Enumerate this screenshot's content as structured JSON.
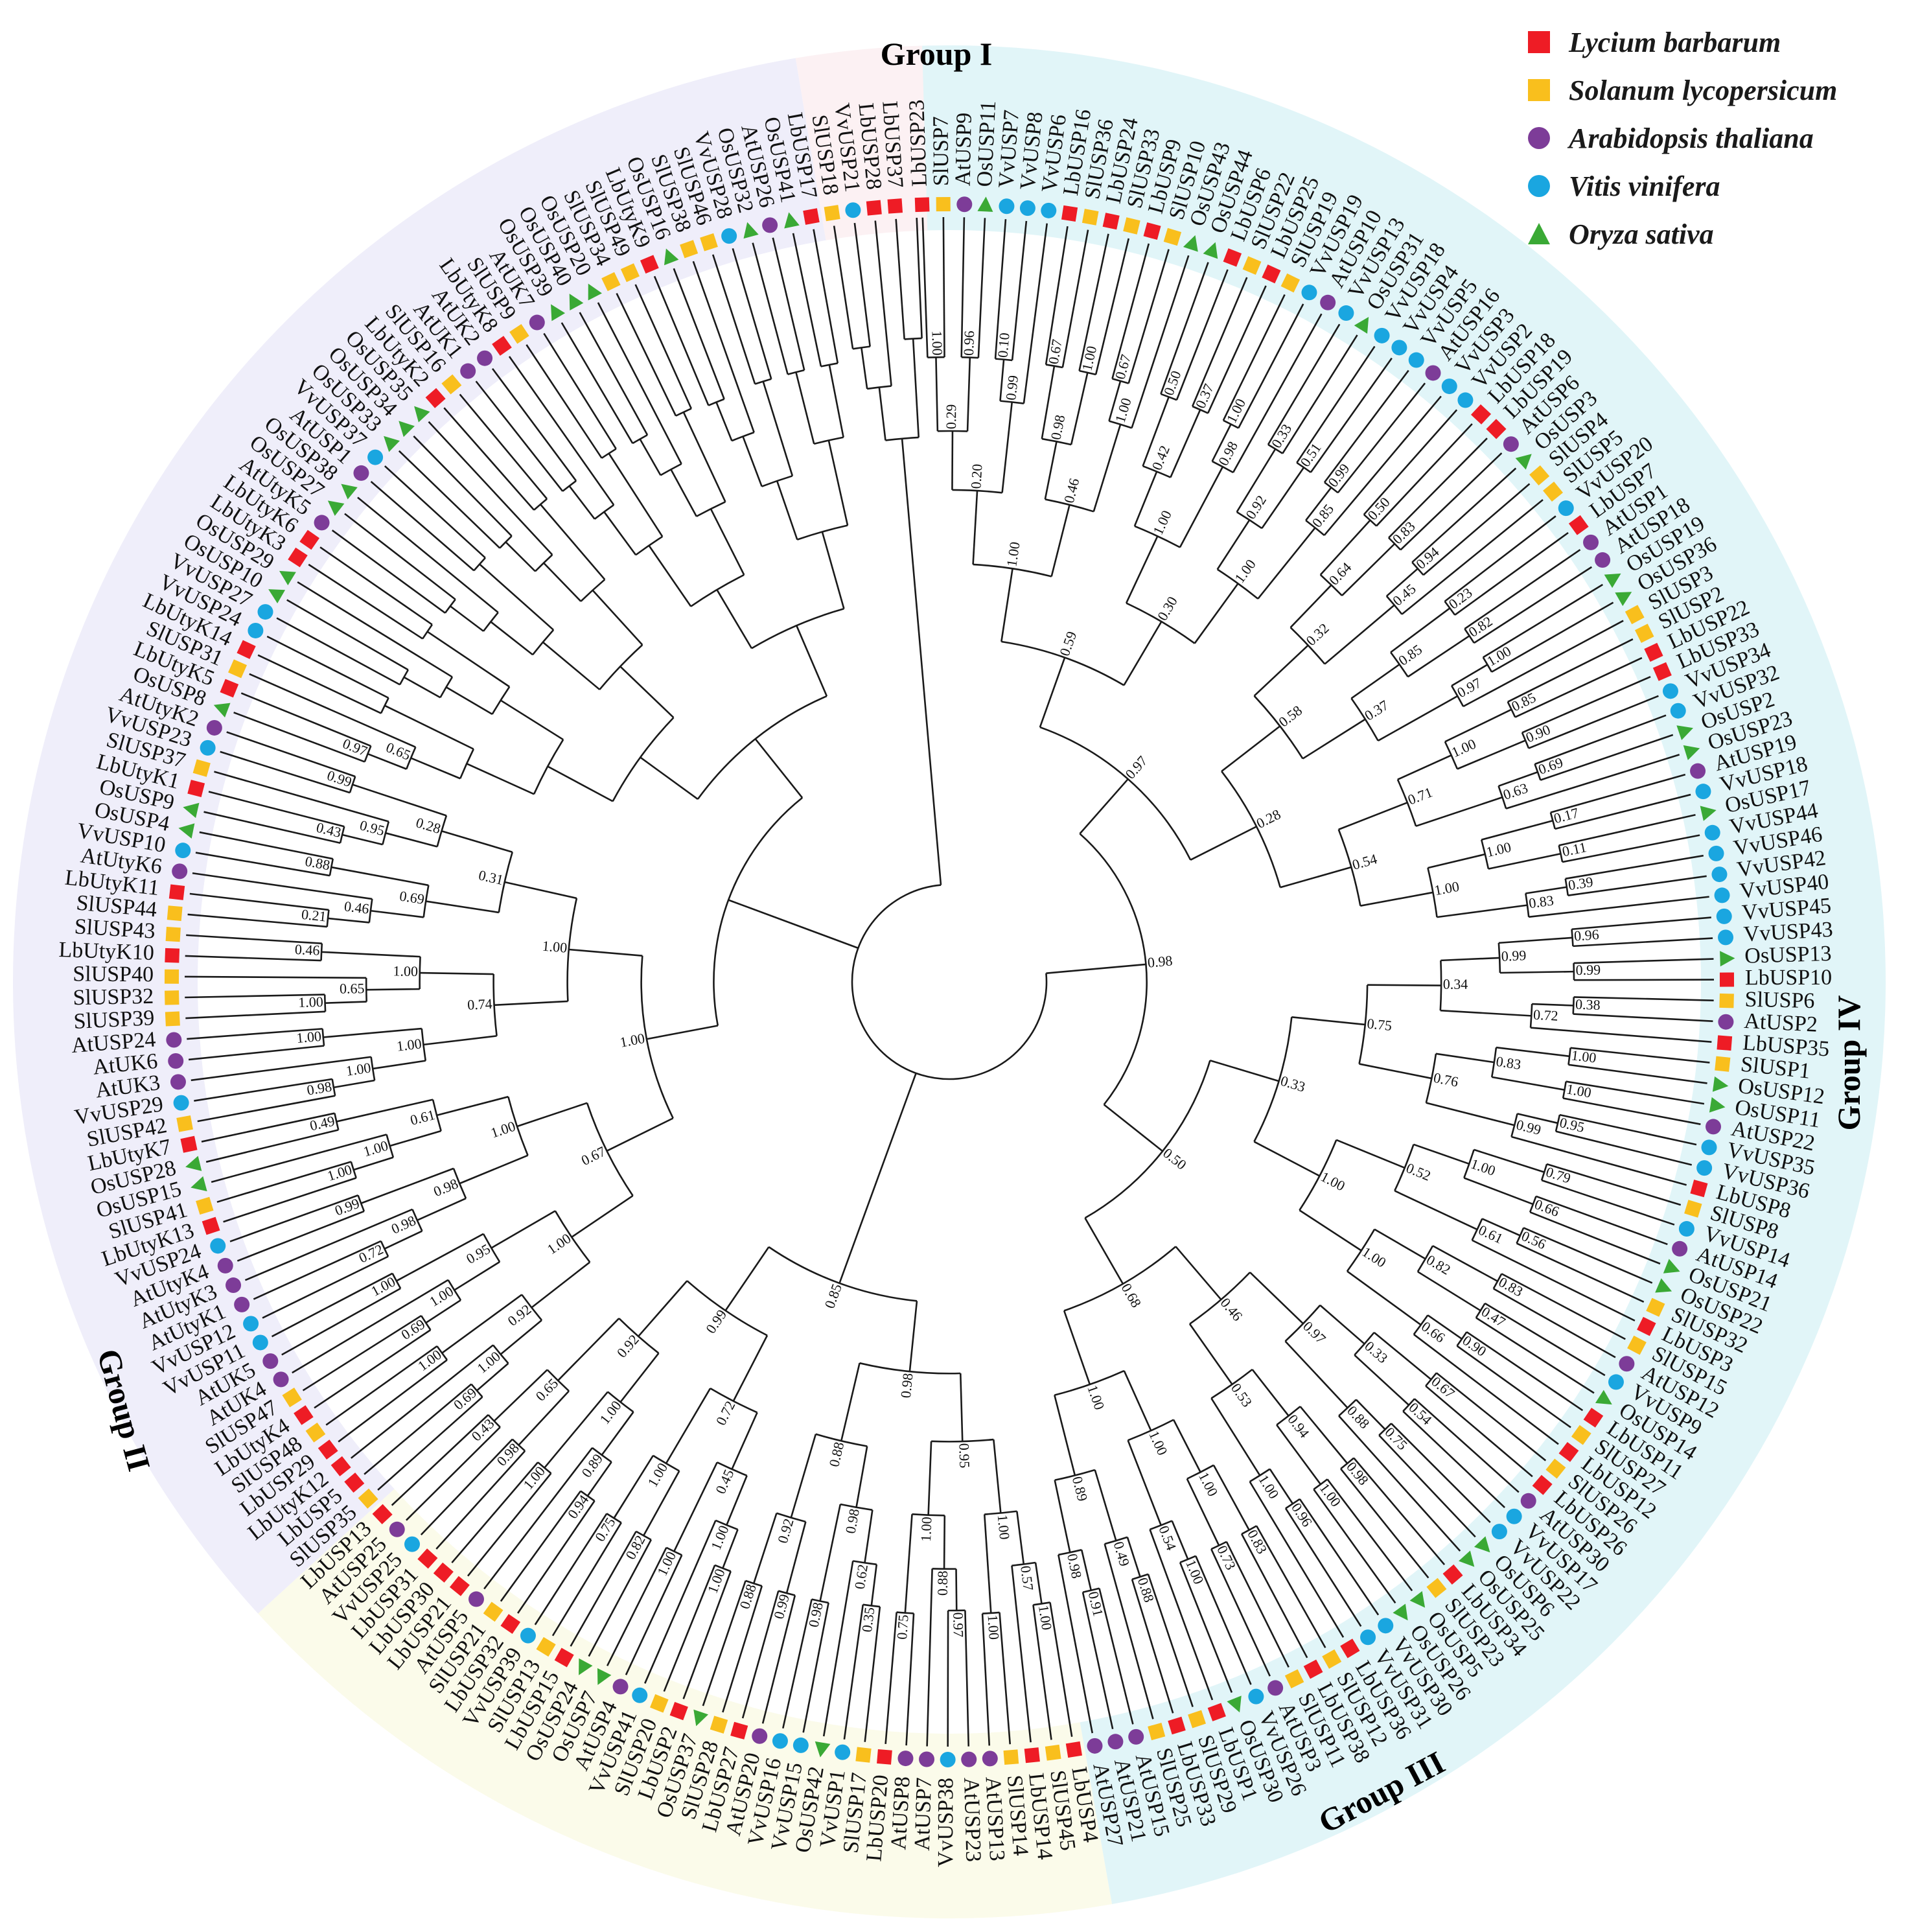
{
  "legend": {
    "items": [
      {
        "label": "Lycium barbarum",
        "prefix": "Lb",
        "color": "#ee1c25",
        "shape": "square",
        "icon": "red-square-icon"
      },
      {
        "label": "Solanum lycopersicum",
        "prefix": "Sl",
        "color": "#f9bf1d",
        "shape": "square",
        "icon": "orange-square-icon"
      },
      {
        "label": "Arabidopsis thaliana",
        "prefix": "At",
        "color": "#7d3c98",
        "shape": "circle",
        "icon": "purple-circle-icon"
      },
      {
        "label": "Vitis vinifera",
        "prefix": "Vv",
        "color": "#1aa6e0",
        "shape": "circle",
        "icon": "blue-circle-icon"
      },
      {
        "label": "Oryza sativa",
        "prefix": "Os",
        "color": "#3aa935",
        "shape": "triangle",
        "icon": "green-triangle-icon"
      }
    ]
  },
  "groups": [
    {
      "label": "Group I",
      "color": "#e1f5f8"
    },
    {
      "label": "Group II",
      "color": "#fbfbea"
    },
    {
      "label": "Group III",
      "color": "#efeefa"
    },
    {
      "label": "Group IV",
      "color": "#fcf1f3"
    }
  ],
  "leaves": [
    "LbUSP23",
    "SlUSP7",
    "AtUSP9",
    "OsUSP11",
    "VvUSP7",
    "VvUSP8",
    "VvUSP6",
    "LbUSP16",
    "SlUSP36",
    "LbUSP24",
    "SlUSP33",
    "LbUSP9",
    "SlUSP10",
    "OsUSP43",
    "OsUSP44",
    "LbUSP6",
    "SlUSP22",
    "LbUSP25",
    "SlUSP19",
    "VvUSP19",
    "AtUSP10",
    "VvUSP13",
    "OsUSP31",
    "VvUSP18",
    "VvUSP4",
    "VvUSP5",
    "AtUSP16",
    "VvUSP3",
    "VvUSP2",
    "LbUSP18",
    "LbUSP19",
    "AtUSP6",
    "OsUSP3",
    "SlUSP4",
    "SlUSP5",
    "VvUSP20",
    "LbUSP7",
    "AtUSP1",
    "AtUSP18",
    "OsUSP19",
    "OsUSP36",
    "SlUSP3",
    "SlUSP2",
    "LbUSP22",
    "LbUSP33",
    "VvUSP34",
    "VvUSP32",
    "OsUSP2",
    "OsUSP23",
    "AtUSP19",
    "VvUSP18",
    "OsUSP17",
    "VvUSP44",
    "VvUSP46",
    "VvUSP42",
    "VvUSP40",
    "VvUSP45",
    "VvUSP43",
    "OsUSP13",
    "LbUSP10",
    "SlUSP6",
    "AtUSP2",
    "LbUSP35",
    "SlUSP1",
    "OsUSP12",
    "OsUSP11",
    "AtUSP22",
    "VvUSP35",
    "VvUSP36",
    "LbUSP8",
    "SlUSP8",
    "VvUSP14",
    "AtUSP14",
    "OsUSP21",
    "OsUSP22",
    "SlUSP32",
    "LbUSP3",
    "SlUSP15",
    "AtUSP12",
    "VvUSP9",
    "OsUSP14",
    "LbUSP11",
    "SlUSP27",
    "LbUSP12",
    "SlUSP26",
    "LbUSP26",
    "AtUSP30",
    "VvUSP17",
    "VvUSP22",
    "OsUSP6",
    "OsUSP25",
    "LbUSP34",
    "SlUSP23",
    "OsUSP5",
    "OsUSP26",
    "VvUSP30",
    "VvUSP31",
    "LbUSP36",
    "SlUSP12",
    "LbUSP38",
    "SlUSP11",
    "AtUSP3",
    "VvUSP26",
    "OsUSP30",
    "LbUSP1",
    "SlUSP29",
    "LbUSP33",
    "SlUSP25",
    "AtUSP15",
    "AtUSP21",
    "AtUSP27",
    "LbUSP4",
    "SlUSP45",
    "LbUSP14",
    "SlUSP14",
    "AtUSP13",
    "AtUSP23",
    "VvUSP38",
    "AtUSP7",
    "AtUSP8",
    "LbUSP20",
    "SlUSP17",
    "VvUSP1",
    "OsUSP42",
    "VvUSP15",
    "VvUSP16",
    "AtUSP20",
    "LbUSP27",
    "SlUSP28",
    "OsUSP37",
    "LbUSP2",
    "SlUSP20",
    "VvUSP41",
    "AtUSP4",
    "OsUSP7",
    "OsUSP24",
    "LbUSP15",
    "SlUSP13",
    "VvUSP39",
    "LbUSP32",
    "SlUSP21",
    "AtUSP5",
    "LbUSP21",
    "LbUSP30",
    "LbUSP31",
    "VvUSP25",
    "AtUSP25",
    "LbUSP13",
    "SlUSP35",
    "LbUSP5",
    "LbUtyK12",
    "LbUSP29",
    "SlUSP48",
    "LbUtyK4",
    "SlUSP47",
    "AtUK4",
    "AtUK5",
    "VvUSP11",
    "VvUSP12",
    "AtUtyK1",
    "AtUtyK3",
    "AtUtyK4",
    "VvUSP24",
    "LbUtyK13",
    "SlUSP41",
    "OsUSP15",
    "OsUSP28",
    "LbUtyK7",
    "SlUSP42",
    "VvUSP29",
    "AtUK3",
    "AtUK6",
    "AtUSP24",
    "SlUSP39",
    "SlUSP32",
    "SlUSP40",
    "LbUtyK10",
    "SlUSP43",
    "SlUSP44",
    "LbUtyK11",
    "AtUtyK6",
    "VvUSP10",
    "OsUSP4",
    "OsUSP9",
    "LbUtyK1",
    "SlUSP37",
    "VvUSP23",
    "AtUtyK2",
    "OsUSP8",
    "LbUtyK5",
    "SlUSP31",
    "LbUtyK14",
    "VvUSP24",
    "VvUSP27",
    "OsUSP10",
    "OsUSP29",
    "LbUtyK3",
    "LbUtyK6",
    "AtUtyK5",
    "OsUSP27",
    "OsUSP38",
    "AtUSP1",
    "VvUSP37",
    "OsUSP33",
    "OsUSP34",
    "OsUSP35",
    "LbUtyK2",
    "SlUSP16",
    "AtUK1",
    "AtUK2",
    "LbUtyK8",
    "SlUSP9",
    "AtUK7",
    "OsUSP39",
    "OsUSP40",
    "OsUSP20",
    "SlUSP34",
    "SlUSP49",
    "LbUtyK9",
    "OsUSP16",
    "SlUSP38",
    "SlUSP46",
    "VvUSP28",
    "OsUSP32",
    "AtUSP26",
    "OsUSP41",
    "LbUSP17",
    "SlUSP18",
    "VvUSP21",
    "LbUSP28",
    "LbUSP37"
  ],
  "support_values": [
    "1.00",
    "0.96",
    "0.29",
    "0.10",
    "0.99",
    "0.20",
    "0.67",
    "1.00",
    "0.98",
    "0.67",
    "1.00",
    "0.46",
    "1.00",
    "0.50",
    "0.37",
    "0.42",
    "1.00",
    "0.98",
    "1.00",
    "0.33",
    "0.51",
    "0.92",
    "0.99",
    "0.85",
    "1.00",
    "0.30",
    "0.59",
    "0.50",
    "0.83",
    "0.64",
    "0.94",
    "0.45",
    "0.32",
    "0.23",
    "0.82",
    "0.85",
    "1.00",
    "0.97",
    "0.37",
    "0.58",
    "0.85",
    "0.90",
    "1.00",
    "0.69",
    "0.63",
    "0.71",
    "0.17",
    "0.11",
    "1.00",
    "0.39",
    "0.83",
    "1.00",
    "0.54",
    "0.28",
    "0.97",
    "0.96",
    "0.99",
    "0.99",
    "0.38",
    "0.72",
    "0.34",
    "1.00",
    "1.00",
    "0.83",
    "0.95",
    "0.99",
    "0.76",
    "0.75",
    "0.79",
    "0.66",
    "1.00",
    "0.56",
    "0.61",
    "0.52",
    "0.83",
    "0.47",
    "0.82",
    "0.90",
    "0.66",
    "1.00",
    "1.00",
    "0.33",
    "0.67",
    "0.54",
    "0.33",
    "0.75",
    "0.88",
    "0.97",
    "0.98",
    "1.00",
    "0.94",
    "0.96",
    "1.00",
    "0.53",
    "0.46",
    "0.83",
    "0.73",
    "1.00",
    "1.00",
    "0.54",
    "1.00",
    "0.88",
    "0.49",
    "0.91",
    "0.98",
    "0.89",
    "1.00",
    "0.68",
    "0.50",
    "0.98",
    "1.00",
    "0.57",
    "1.00",
    "1.00",
    "0.97",
    "0.88",
    "0.75",
    "1.00",
    "0.95",
    "0.35",
    "0.62",
    "0.98",
    "0.98",
    "0.99",
    "0.88",
    "0.92",
    "0.88",
    "0.98",
    "1.00",
    "1.00",
    "1.00",
    "0.45",
    "0.82",
    "0.75",
    "1.00",
    "0.72",
    "0.94",
    "0.89",
    "1.00",
    "1.00",
    "0.98",
    "0.43",
    "0.65",
    "0.92",
    "0.99",
    "0.85",
    "0.69",
    "1.00",
    "1.00",
    "0.92",
    "0.69",
    "1.00",
    "1.00",
    "0.95",
    "1.00",
    "0.72",
    "0.98",
    "0.99",
    "0.98",
    "1.00",
    "1.00",
    "0.49",
    "0.61",
    "1.00",
    "0.67",
    "0.98",
    "1.00",
    "1.00",
    "1.00",
    "1.00",
    "0.65",
    "0.46",
    "1.00",
    "0.74",
    "0.21",
    "0.46",
    "0.88",
    "0.69",
    "0.43",
    "0.95",
    "0.99",
    "0.28",
    "0.31",
    "1.00",
    "1.00",
    "0.97",
    "0.65"
  ]
}
